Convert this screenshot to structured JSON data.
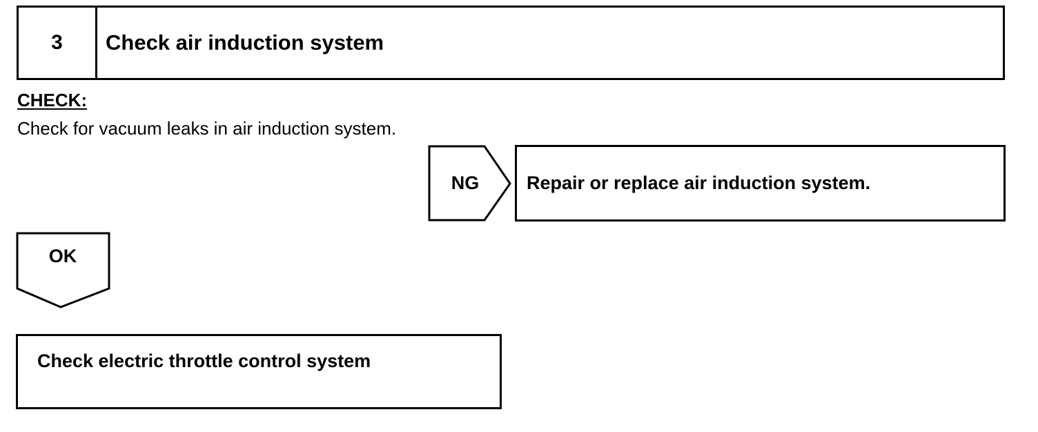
{
  "step": {
    "number": "3",
    "title": "Check air induction system"
  },
  "check": {
    "heading": "CHECK:",
    "text": "Check for vacuum leaks in air induction system."
  },
  "ng_branch": {
    "label": "NG",
    "action": "Repair or replace air induction system."
  },
  "ok_branch": {
    "label": "OK",
    "next_step": "Check electric throttle control system"
  }
}
